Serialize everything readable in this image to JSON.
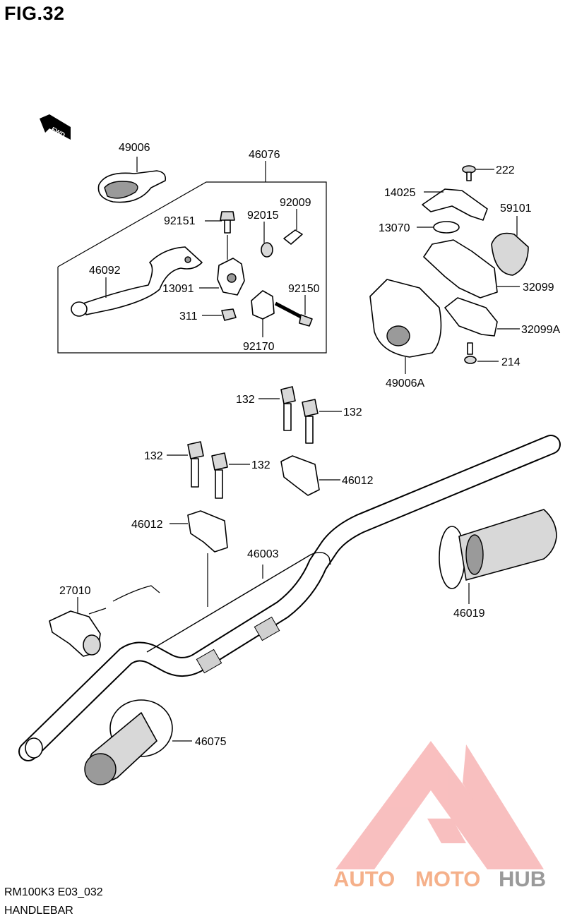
{
  "figure": {
    "title": "FIG.32",
    "diagram_code": "RM100K3 E03_032",
    "section_name": "HANDLEBAR",
    "direction_label": "FWD"
  },
  "parts": {
    "p49006": "49006",
    "p46076": "46076",
    "p92151": "92151",
    "p92015": "92015",
    "p92009": "92009",
    "p46092": "46092",
    "p13091": "13091",
    "p92150": "92150",
    "p311": "311",
    "p92170": "92170",
    "p222": "222",
    "p14025": "14025",
    "p59101": "59101",
    "p13070": "13070",
    "p32099": "32099",
    "p32099A": "32099A",
    "p214": "214",
    "p49006A": "49006A",
    "p132a": "132",
    "p132b": "132",
    "p132c": "132",
    "p132d": "132",
    "p46012a": "46012",
    "p46012b": "46012",
    "p46003": "46003",
    "p46019": "46019",
    "p27010": "27010",
    "p46075": "46075"
  },
  "watermark": {
    "word_a": "AUTO",
    "word_b": "MOTO",
    "word_c": "HUB",
    "color_a": "#f5b08a",
    "color_b": "#f5b08a",
    "color_c": "#9a9a9a",
    "logo_color": "#f7a6a6"
  }
}
